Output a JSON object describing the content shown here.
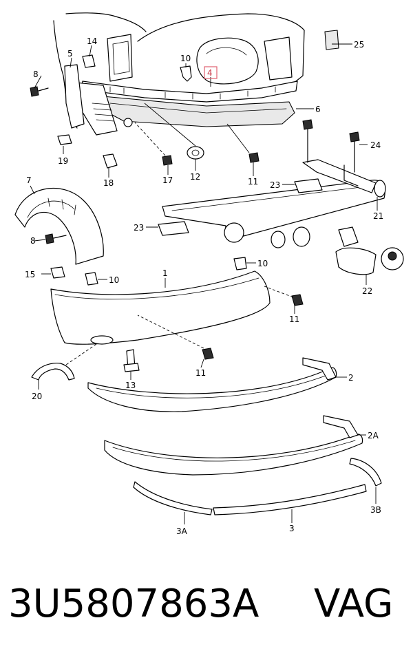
{
  "callouts": {
    "c1": "1",
    "c2": "2",
    "c2a": "2A",
    "c3": "3",
    "c3a": "3A",
    "c3b": "3B",
    "c4": "4",
    "c5": "5",
    "c6": "6",
    "c7": "7",
    "c8a": "8",
    "c8b": "8",
    "c10a": "10",
    "c10b": "10",
    "c10c": "10",
    "c11a": "11",
    "c11b": "11",
    "c11c": "11",
    "c12": "12",
    "c13": "13",
    "c14": "14",
    "c15": "15",
    "c17": "17",
    "c18": "18",
    "c19": "19",
    "c20": "20",
    "c21": "21",
    "c22": "22",
    "c23a": "23",
    "c23b": "23",
    "c24": "24",
    "c25": "25"
  },
  "highlighted_callout": "4",
  "footer": {
    "part_number": "3U5807863A",
    "brand": "VAG"
  },
  "colors": {
    "highlight": "#e06070",
    "line": "#000000",
    "background": "#ffffff"
  }
}
